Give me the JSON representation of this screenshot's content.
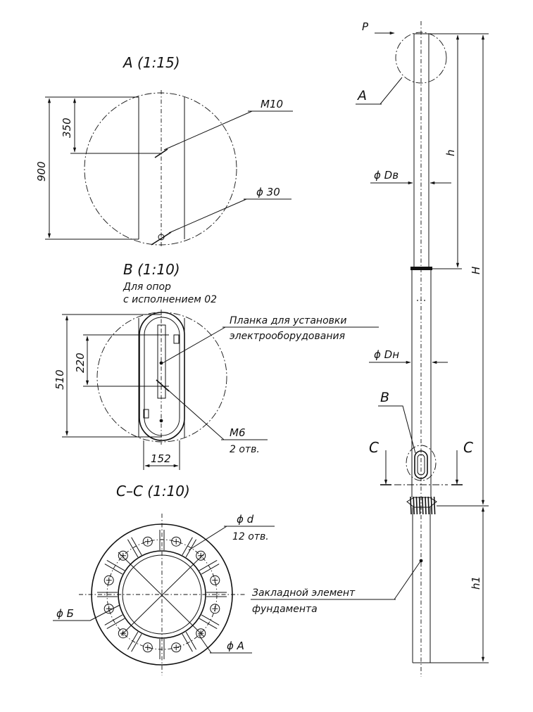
{
  "detail_a": {
    "title": "A (1:15)",
    "dim_total": "900",
    "dim_top": "350",
    "thread_label": "M10",
    "hole_label": "ϕ 30"
  },
  "detail_b": {
    "title": "B (1:10)",
    "note_line1": "Для опор",
    "note_line2": "с исполнением 02",
    "plate_line1": "Планка для установки",
    "plate_line2": "электрооборудования",
    "dim_height": "510",
    "dim_inner": "220",
    "dim_width": "152",
    "thread_label": "M6",
    "thread_count": "2 отв."
  },
  "section_cc": {
    "title": "С–С (1:10)",
    "hole_label": "ϕ d",
    "hole_count": "12 отв.",
    "dia_b": "ϕ Б",
    "dia_a": "ϕ А"
  },
  "pole": {
    "force_label": "P",
    "callout_a": "A",
    "callout_b": "B",
    "section_left": "С",
    "section_right": "С",
    "dim_top_diameter": "ϕ Dв",
    "dim_bottom_diameter": "ϕ Dн",
    "dim_h": "h",
    "dim_total_height": "H",
    "dim_h1": "h1",
    "embed_line1": "Закладной элемент",
    "embed_line2": "фундамента"
  }
}
